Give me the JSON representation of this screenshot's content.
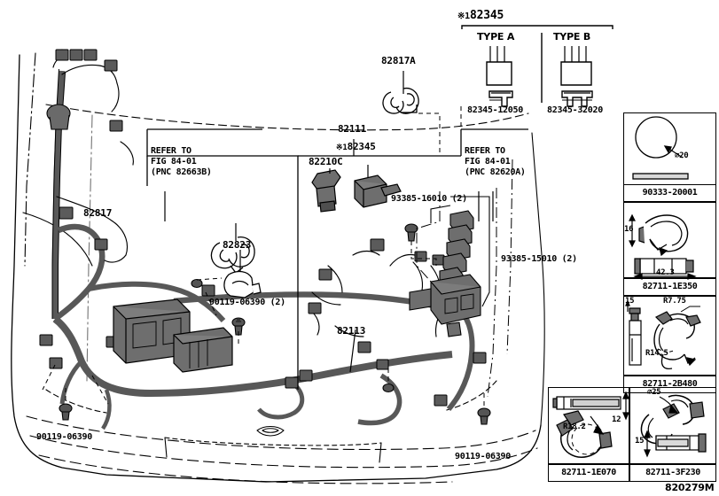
{
  "diagram": {
    "figure_code": "820279M",
    "note_marker": "※1",
    "type_panel": {
      "title_marker": "※1",
      "title_part": "82345",
      "types": [
        {
          "label": "TYPE  A",
          "part": "82345-12050"
        },
        {
          "label": "TYPE  B",
          "part": "82345-32020"
        }
      ]
    },
    "refer_blocks": [
      {
        "line1": "REFER TO",
        "line2": "FIG 84-01",
        "line3": "(PNC 82663B)"
      },
      {
        "line1": "REFER TO",
        "line2": "FIG 84-01",
        "line3": "(PNC 82620A)"
      }
    ],
    "callouts": [
      {
        "id": "c-82817A",
        "text": "82817A"
      },
      {
        "id": "c-82111",
        "text": "82111"
      },
      {
        "id": "c-82345",
        "marker": "※1",
        "text": "82345"
      },
      {
        "id": "c-82210C",
        "text": "82210C"
      },
      {
        "id": "c-82817",
        "text": "82817"
      },
      {
        "id": "c-82823",
        "text": "82823"
      },
      {
        "id": "c-82113",
        "text": "82113"
      },
      {
        "id": "c-93385-16010",
        "text": "93385-16010 (2)"
      },
      {
        "id": "c-93385-15010",
        "text": "93385-15010 (2)"
      },
      {
        "id": "c-90119-06390-2",
        "text": "90119-06390 (2)"
      },
      {
        "id": "c-90119-06390-l",
        "text": "90119-06390"
      },
      {
        "id": "c-90119-06390-r",
        "text": "90119-06390"
      }
    ],
    "side_panels": [
      {
        "id": "p-90333",
        "part": "90333-20001",
        "dims": [
          {
            "text": "⌀20"
          }
        ]
      },
      {
        "id": "p-82711-1E350",
        "part": "82711-1E350",
        "dims": [
          {
            "text": "16"
          },
          {
            "text": "42.3"
          }
        ]
      },
      {
        "id": "p-82711-2B480",
        "part": "82711-2B480",
        "dims": [
          {
            "text": "15"
          },
          {
            "text": "R7.75"
          },
          {
            "text": "R14.5"
          }
        ]
      },
      {
        "id": "p-82711-1E070",
        "part": "82711-1E070",
        "dims": [
          {
            "text": "12"
          },
          {
            "text": "R18.2"
          }
        ]
      },
      {
        "id": "p-82711-3F230",
        "part": "82711-3F230",
        "dims": [
          {
            "text": "⌀25"
          },
          {
            "text": "15"
          }
        ]
      }
    ]
  }
}
